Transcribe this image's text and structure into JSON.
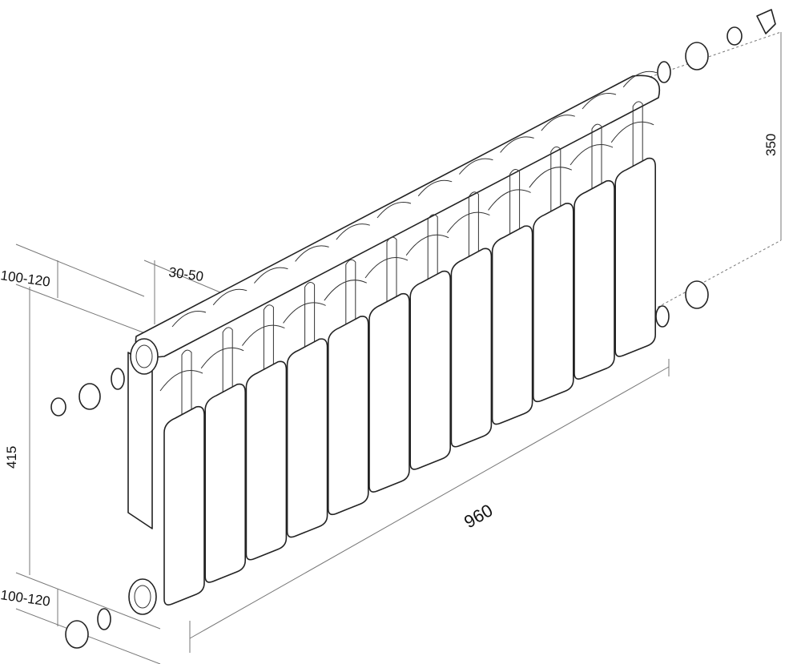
{
  "title": "Radiator dimensions diagram",
  "dimensions": {
    "top_offset": "100-120",
    "wall_gap": "30-50",
    "axis_distance": "350",
    "height": "415",
    "bottom_offset": "100-120",
    "length": "960"
  },
  "sections": 12
}
